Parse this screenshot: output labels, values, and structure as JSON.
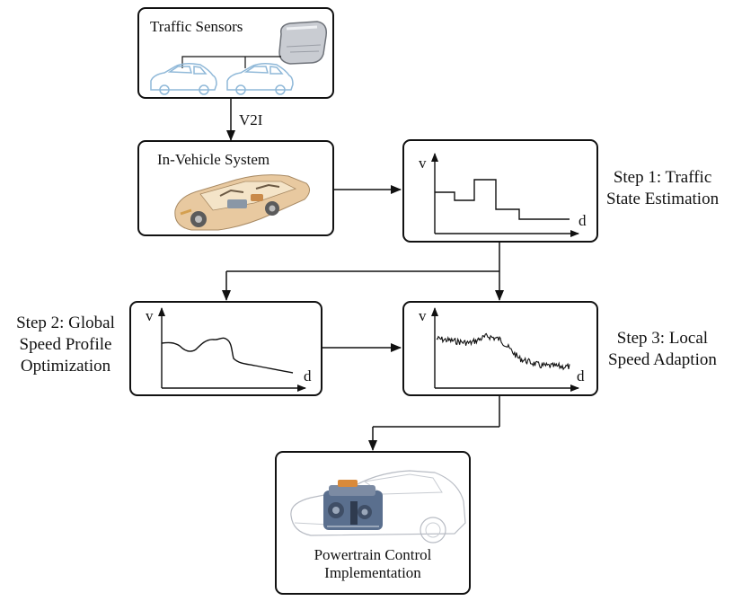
{
  "nodes": {
    "traffic_sensors": {
      "title": "Traffic Sensors"
    },
    "in_vehicle": {
      "title": "In-Vehicle System"
    },
    "powertrain": {
      "line1": "Powertrain Control",
      "line2": "Implementation"
    }
  },
  "edges": {
    "v2i_label": "V2I"
  },
  "steps": {
    "step1": {
      "line1": "Step 1: Traffic",
      "line2": "State Estimation"
    },
    "step2": {
      "line1": "Step 2: Global",
      "line2": "Speed Profile",
      "line3": "Optimization"
    },
    "step3": {
      "line1": "Step 3: Local",
      "line2": "Speed Adaption"
    }
  },
  "plots": {
    "v_label": "v",
    "d_label": "d"
  },
  "colors": {
    "stroke": "#111111",
    "car_outline": "#8fb8d8",
    "vehicle_body": "#e8c9a0",
    "engine": "#5a6f8e"
  },
  "icons": [
    "sensor-unit-icon",
    "car-outline-icon",
    "car-cutaway-icon",
    "engine-car-icon"
  ]
}
